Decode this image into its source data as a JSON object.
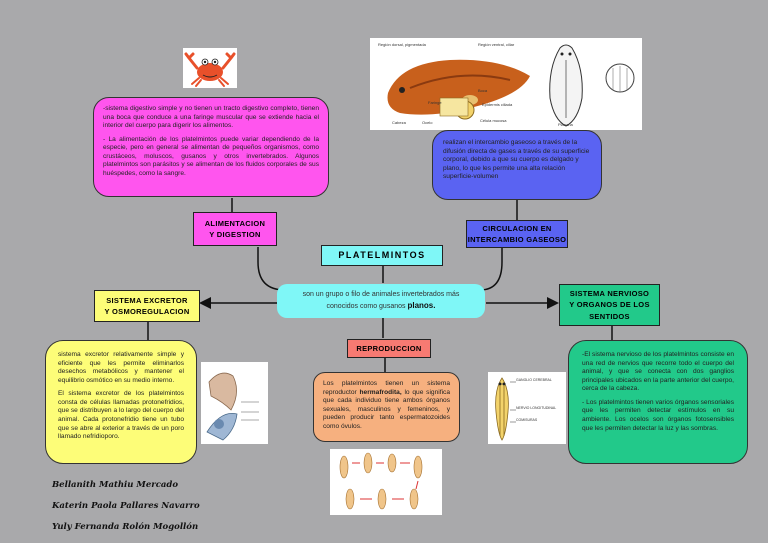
{
  "title": "PLATELMINTOS",
  "central": {
    "text": "son un grupo o filo de animales invertebrados más conocidos como gusanos",
    "emph": "planos."
  },
  "alimentacion": {
    "label_line1": "ALIMENTACION",
    "label_line2": "Y DIGESTION",
    "p1": "-sistema digestivo simple y no tienen un tracto digestivo completo, tienen una boca que conduce a una faringe muscular que se extiende hacia el interior del cuerpo para digerir los alimentos.",
    "p2": "- La alimentación de los platelmintos puede variar dependiendo de la especie, pero en general se alimentan de pequeños organismos, como crustáceos, moluscos, gusanos y otros invertebrados. Algunos platelmintos son parásitos y se alimentan de los fluidos corporales de sus huéspedes, como la sangre."
  },
  "circulacion": {
    "label_line1": "CIRCULACION EN",
    "label_line2": "INTERCAMBIO GASEOSO",
    "text": "realizan el intercambio gaseoso a través de la difusión directa de gases a través de su superficie corporal, debido a que su cuerpo es delgado y plano, lo que les permite una alta relación superficie-volumen"
  },
  "excretor": {
    "label_line1": "SISTEMA EXCRETOR",
    "label_line2": "Y OSMOREGULACION",
    "p1": "sistema excretor relativamente simple y eficiente que les permite eliminarlos desechos metabólicos y mantener el equilibrio osmótico en su medio interno.",
    "p2": "El sistema excretor de los platelmintos consta de células llamadas protonefridios, que se distribuyen a lo largo del cuerpo del animal. Cada protonefridio tiene un tubo que se abre al exterior a través de un poro llamado nefridioporo."
  },
  "nervioso": {
    "label_line1": "SISTEMA NERVIOSO",
    "label_line2": "Y ORGANOS DE LOS",
    "label_line3": "SENTIDOS",
    "p1": "-El sistema nervioso de los platelmintos consiste en una red de nervios que recorre todo el cuerpo del animal, y que se conecta con dos ganglios principales ubicados en la parte anterior del cuerpo, cerca de la cabeza.",
    "p2": "- Los platelmintos tienen varios órganos sensoriales que les permiten detectar estímulos en su ambiente. Los ocelos son órganos fotosensibles que les permiten detectar la luz y las sombras."
  },
  "reproduccion": {
    "label": "REPRODUCCION",
    "text_a": "Los platelmintos tienen un sistema reproductor",
    "text_b": "hermafrodita,",
    "text_c": "lo que significa que cada individuo tiene ambos órganos sexuales, masculinos y femeninos, y pueden producir tanto espermatozoides como óvulos."
  },
  "authors": [
    "Bellanith Mathiu Mercado",
    "Katerin Paola Pallares Navarro",
    "Yuly Fernanda Rolón Mogollón"
  ],
  "flatworm_labels": {
    "a": "Región dorsal, pigmentada",
    "b": "Región ventral, ciliar",
    "c": "Faringe",
    "d": "Boca",
    "e": "Epidermis ciliada",
    "f": "Cabeza",
    "g": "Ocelo",
    "h": "Célula mucosa",
    "i": "Planaria"
  },
  "nervous_labels": {
    "a": "GANGLIO CEREBRAL",
    "b": "NERVIO LONGITUDINAL",
    "c": "COMISURAS"
  },
  "colors": {
    "background": "#a9a9ab",
    "magenta": "#ff55ee",
    "blue": "#5a63f2",
    "yellow": "#fdfd78",
    "green": "#22c98a",
    "cyan": "#7ff7f7",
    "orange": "#f6b07f",
    "red_label": "#f77a72"
  }
}
